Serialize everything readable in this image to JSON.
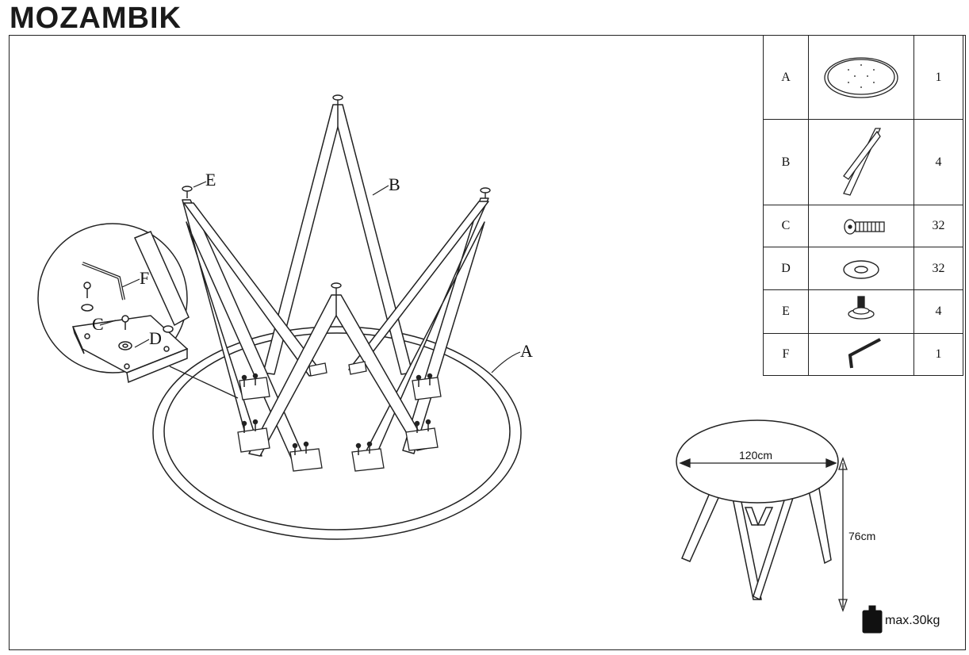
{
  "title": "MOZAMBIK",
  "parts": [
    {
      "letter": "A",
      "icon": "tabletop-icon",
      "qty": "1"
    },
    {
      "letter": "B",
      "icon": "leg-icon",
      "qty": "4"
    },
    {
      "letter": "C",
      "icon": "screw-icon",
      "qty": "32"
    },
    {
      "letter": "D",
      "icon": "washer-icon",
      "qty": "32"
    },
    {
      "letter": "E",
      "icon": "foot-glide-icon",
      "qty": "4"
    },
    {
      "letter": "F",
      "icon": "allen-key-icon",
      "qty": "1"
    }
  ],
  "callouts": {
    "A": "A",
    "B": "B",
    "C": "C",
    "D": "D",
    "E": "E",
    "F": "F"
  },
  "dimensions": {
    "width": "120cm",
    "height": "76cm",
    "max_load": "max.30kg"
  }
}
